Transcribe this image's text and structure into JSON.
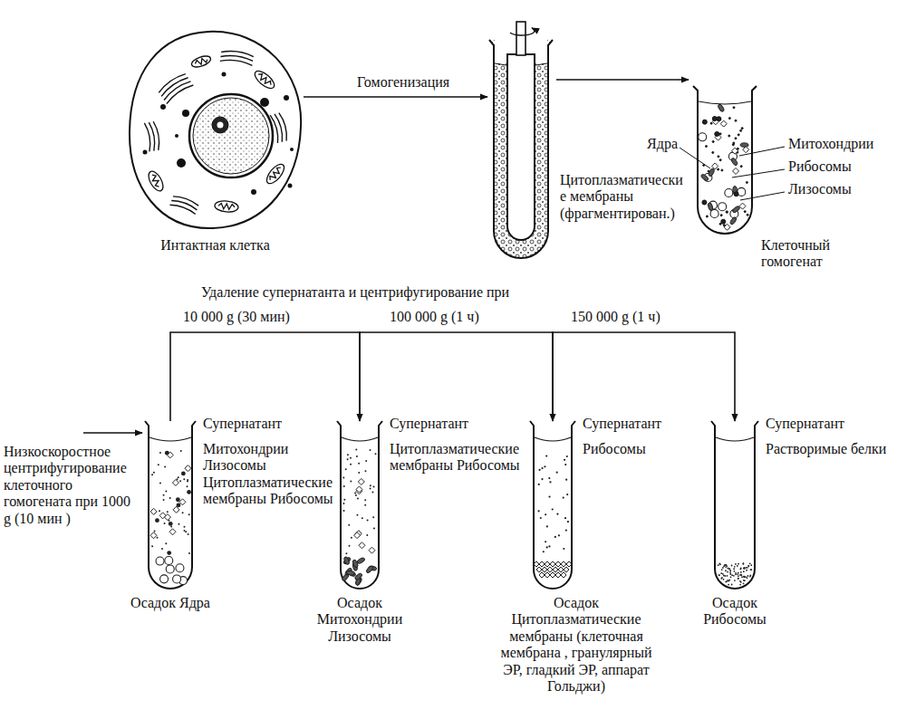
{
  "diagram": {
    "nodes": [
      {
        "text": [
          "Интактная клетка"
        ]
      },
      {
        "text": [
          "Цитоплазматические мембраны (фрагментирован.)"
        ]
      },
      {
        "text": [
          "Клеточный гомогенат"
        ]
      },
      {
        "text": [
          "Супернатант",
          "Митохондрии Лизосомы Цитоплазматические мембраны Рибосомы",
          "Осадок Ядра"
        ]
      },
      {
        "text": [
          "Супернатант",
          "Цитоплазматические мембраны Рибосомы",
          "Осадок Митохондрии Лизосомы"
        ]
      },
      {
        "text": [
          "Супернатант",
          "Рибосомы",
          "Осадок Цитоплазматические мембраны (клеточная мембрана , гранулярный ЭР, гладкий ЭР, аппарат Гольджи)"
        ]
      },
      {
        "text": [
          "Супернатант",
          "Растворимые белки",
          "Осадок Рибосомы"
        ]
      }
    ],
    "edges": [
      {
        "from": 0,
        "to": 1,
        "arrow": "to",
        "label": "Гомогенизация"
      },
      {
        "from": 1,
        "to": 2,
        "arrow": "to"
      },
      {
        "from": 3,
        "to": 4,
        "arrow": "to",
        "label": "10 000 g (30 мин)"
      },
      {
        "from": 4,
        "to": 5,
        "arrow": "to",
        "label": "100 000 g (1 ч)"
      },
      {
        "from": 5,
        "to": 6,
        "arrow": "to",
        "label": "150 000 g (1 ч)"
      }
    ],
    "labels": [
      "Ядра",
      "Митохондрии",
      "Рибосомы",
      "Лизосомы",
      "Удаление супернатанта и центрифугирование при",
      "Низкоскоростное центрифугирование клеточного гомогената при 1000 g (10 мин )"
    ]
  }
}
